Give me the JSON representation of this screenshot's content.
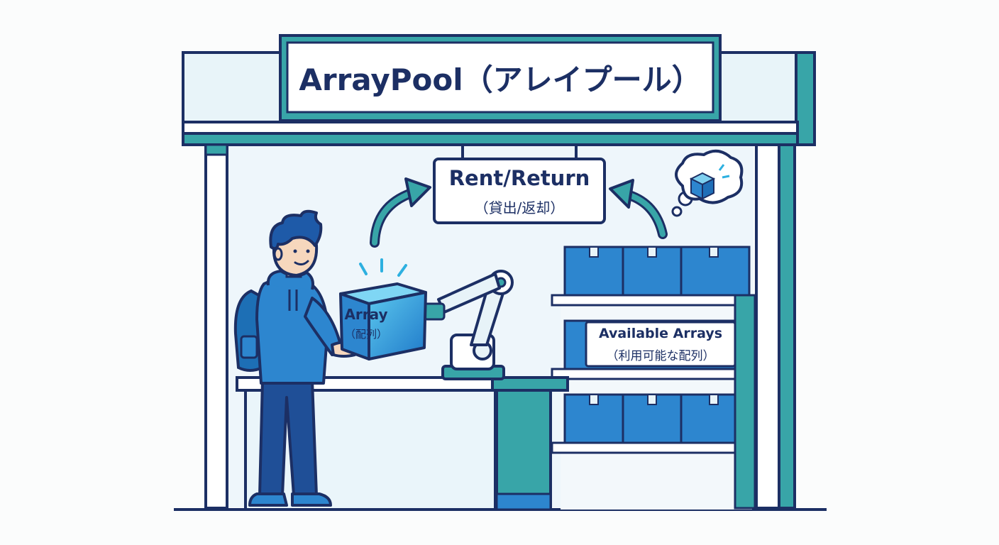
{
  "store_sign": {
    "title": "ArrayPool（アレイプール）"
  },
  "rent_return_sign": {
    "line1": "Rent/Return",
    "line2": "（貸出/返却）"
  },
  "array_box": {
    "line1": "Array",
    "line2": "（配列）"
  },
  "shelf_label": {
    "line1": "Available Arrays",
    "line2": "（利用可能な配列）"
  },
  "colors": {
    "outline": "#1c2f64",
    "blue": "#2d86cf",
    "teal": "#38a5a8",
    "light": "#e7f3f8",
    "white": "#ffffff"
  }
}
